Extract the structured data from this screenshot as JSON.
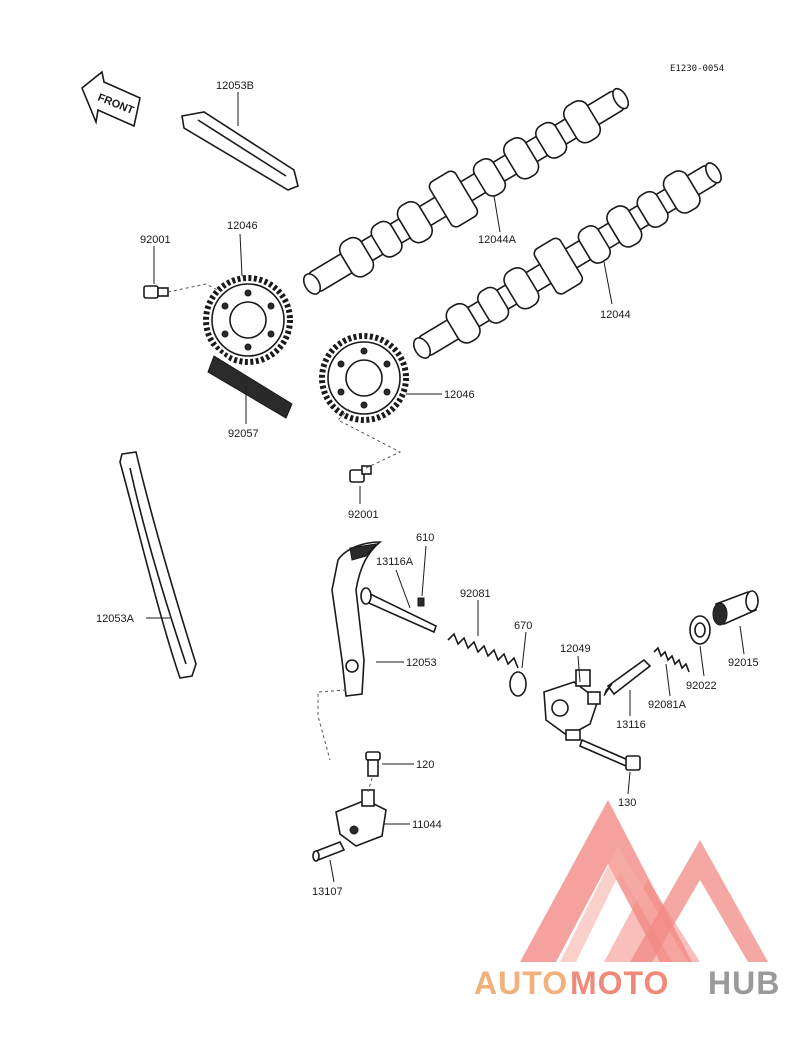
{
  "diagram": {
    "code": "E1230-0054",
    "front_label": "FRONT",
    "labels": {
      "p12053B": "12053B",
      "p12044A": "12044A",
      "p12044": "12044",
      "p92001_top": "92001",
      "p12046_top": "12046",
      "p12046_mid": "12046",
      "p92057": "92057",
      "p92001_mid": "92001",
      "p12053A": "12053A",
      "p610": "610",
      "p13116A": "13116A",
      "p92081": "92081",
      "p670": "670",
      "p12049": "12049",
      "p12053": "12053",
      "p92015": "92015",
      "p92022": "92022",
      "p92081A": "92081A",
      "p13116": "13116",
      "p120": "120",
      "p130": "130",
      "p11044": "11044",
      "p13107": "13107"
    }
  },
  "watermark": {
    "text_auto": "AUTO",
    "text_moto": "MOTO",
    "text_hub": "HUB",
    "colors": {
      "auto": "#f2b07a",
      "moto": "#ef8a7a",
      "hub": "#9a9a9a",
      "triangle": "#f28a84"
    }
  }
}
